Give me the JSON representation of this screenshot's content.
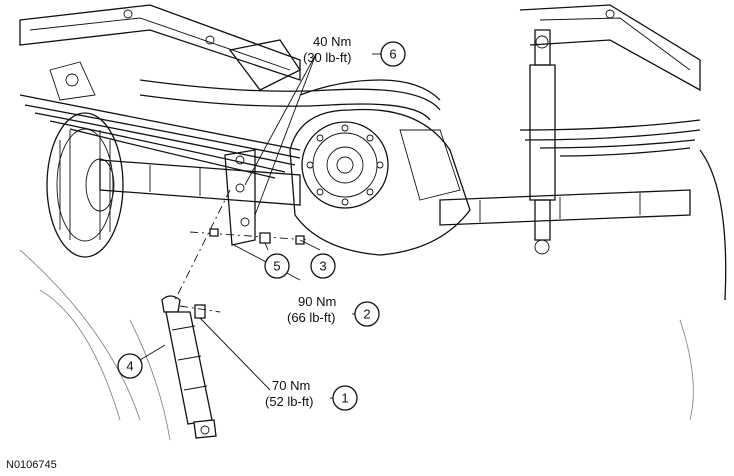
{
  "figure_id": "N0106745",
  "callouts": [
    {
      "number": "1",
      "torque_nm": "70 Nm",
      "torque_lbft": "(52 lb-ft)"
    },
    {
      "number": "2",
      "torque_nm": "90 Nm",
      "torque_lbft": "(66 lb-ft)"
    },
    {
      "number": "3"
    },
    {
      "number": "4"
    },
    {
      "number": "5"
    },
    {
      "number": "6",
      "torque_nm": "40 Nm",
      "torque_lbft": "(30 lb-ft)"
    }
  ]
}
